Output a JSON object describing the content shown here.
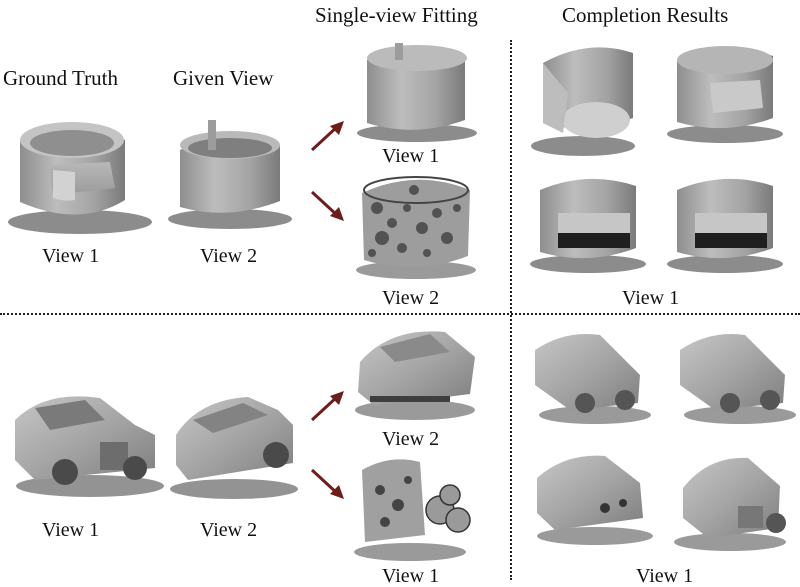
{
  "headers": {
    "ground_truth": "Ground Truth",
    "given_view": "Given View",
    "single_view_fitting": "Single-view Fitting",
    "completion_results": "Completion Results"
  },
  "chair_row": {
    "gt_label": "View 1",
    "given_label": "View 2",
    "fit_top_label": "View 1",
    "fit_bottom_label": "View 2",
    "completion_label": "View 1"
  },
  "car_row": {
    "gt_label": "View 1",
    "given_label": "View 2",
    "fit_top_label": "View 2",
    "fit_bottom_label": "View 1",
    "completion_label": "View 1"
  },
  "colors": {
    "mesh": "#a9a9a9",
    "shadow": "#6f6f6f",
    "arrow": "#6e1d1d"
  }
}
